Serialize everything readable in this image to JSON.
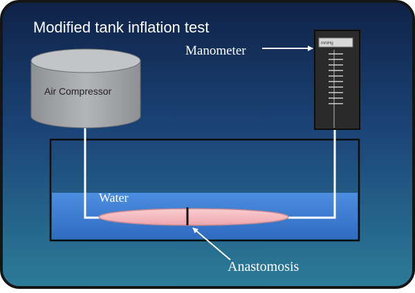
{
  "title": "Modified tank inflation test",
  "labels": {
    "air_compressor": "Air Compressor",
    "manometer": "Manometer",
    "manometer_unit": "mmHg",
    "water": "Water",
    "anastomosis": "Anastomosis"
  },
  "colors": {
    "panel_top": "#13284f",
    "panel_mid": "#1c4a7a",
    "panel_bottom": "#2a7896",
    "panel_border": "#1a1a1a",
    "compressor": "#a3a5a8",
    "manometer_body": "#2a2a2a",
    "water": "#3d7fd2",
    "vessel": "#f5b8bd",
    "tubing": "#ffffff",
    "text": "#ffffff"
  },
  "icons": {
    "compressor": "cylinder-tank-icon",
    "manometer": "pressure-gauge-icon",
    "pointer": "arrow-icon"
  }
}
